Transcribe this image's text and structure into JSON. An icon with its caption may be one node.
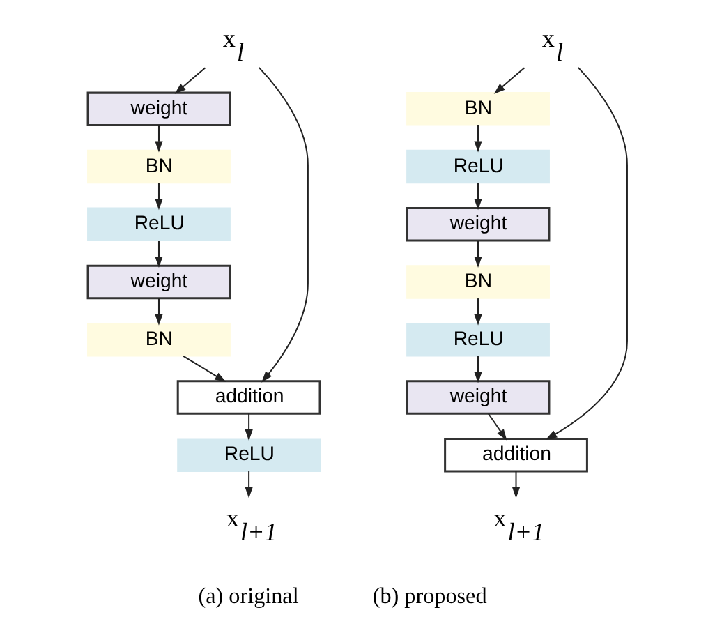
{
  "diagram": {
    "nodes": [
      {
        "text": [
          "x$_{l}$"
        ]
      },
      {
        "text": [
          "weight"
        ]
      },
      {
        "text": [
          "BN"
        ]
      },
      {
        "text": [
          "ReLU"
        ]
      },
      {
        "text": [
          "weight"
        ]
      },
      {
        "text": [
          "BN"
        ]
      },
      {
        "text": [
          "addition"
        ]
      },
      {
        "text": [
          "ReLU"
        ]
      },
      {
        "text": [
          "x$_{l+1}$"
        ]
      },
      {
        "text": [
          "x$_{l}$"
        ]
      },
      {
        "text": [
          "BN"
        ]
      },
      {
        "text": [
          "ReLU"
        ]
      },
      {
        "text": [
          "weight"
        ]
      },
      {
        "text": [
          "BN"
        ]
      },
      {
        "text": [
          "ReLU"
        ]
      },
      {
        "text": [
          "weight"
        ]
      },
      {
        "text": [
          "addition"
        ]
      },
      {
        "text": [
          "x$_{l+1}$"
        ]
      }
    ],
    "edges": [
      {
        "from": 0,
        "to": 1,
        "arrow": "to"
      },
      {
        "from": 1,
        "to": 2,
        "arrow": "to"
      },
      {
        "from": 2,
        "to": 3,
        "arrow": "to"
      },
      {
        "from": 3,
        "to": 4,
        "arrow": "to"
      },
      {
        "from": 4,
        "to": 5,
        "arrow": "to"
      },
      {
        "from": 5,
        "to": 6,
        "arrow": "to"
      },
      {
        "from": 0,
        "to": 6,
        "arrow": "to"
      },
      {
        "from": 6,
        "to": 7,
        "arrow": "to"
      },
      {
        "from": 7,
        "to": 8,
        "arrow": "to"
      },
      {
        "from": 9,
        "to": 10,
        "arrow": "to"
      },
      {
        "from": 10,
        "to": 11,
        "arrow": "to"
      },
      {
        "from": 11,
        "to": 12,
        "arrow": "to"
      },
      {
        "from": 12,
        "to": 13,
        "arrow": "to"
      },
      {
        "from": 13,
        "to": 14,
        "arrow": "to"
      },
      {
        "from": 14,
        "to": 15,
        "arrow": "to"
      },
      {
        "from": 15,
        "to": 16,
        "arrow": "to"
      },
      {
        "from": 9,
        "to": 16,
        "arrow": "to"
      },
      {
        "from": 16,
        "to": 17,
        "arrow": "to"
      }
    ],
    "labels": [
      "(a) original",
      "(b) proposed"
    ]
  }
}
